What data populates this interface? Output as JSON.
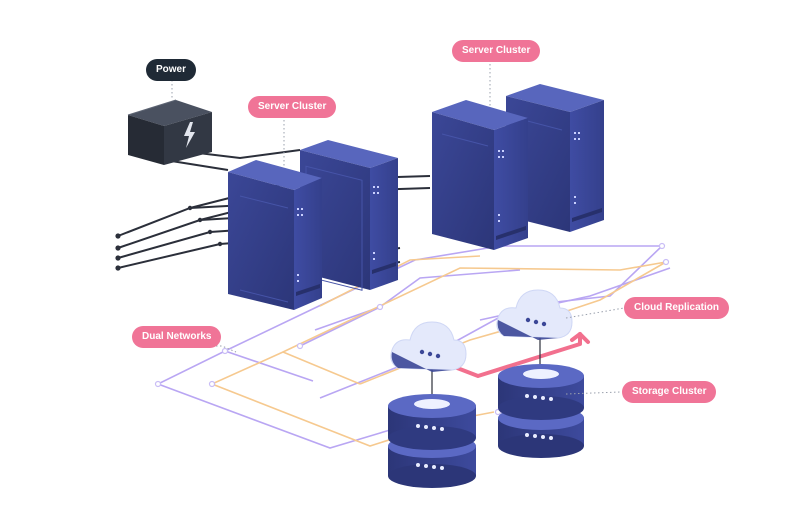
{
  "labels": {
    "power": "Power",
    "server_cluster_left": "Server Cluster",
    "server_cluster_right": "Server Cluster",
    "dual_networks": "Dual Networks",
    "cloud_replication": "Cloud Replication",
    "storage_cluster": "Storage Cluster"
  },
  "colors": {
    "network_a": "#b9a6f3",
    "network_b": "#f6c98f",
    "power_cable": "#2b2f3a",
    "replication": "#f2708e",
    "server": "#333f8e",
    "label_pink": "#f07497",
    "label_dark": "#1f2a36"
  },
  "icons": {
    "power_unit": "lightning-bolt-icon",
    "cloud": "cloud-icon",
    "storage": "database-icon"
  }
}
